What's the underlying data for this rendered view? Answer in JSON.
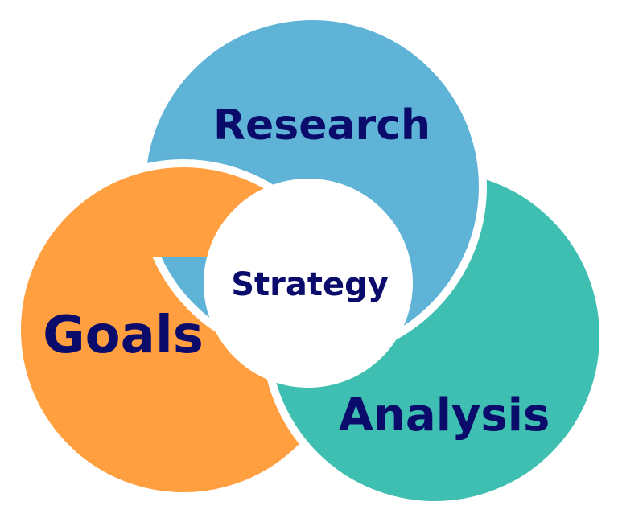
{
  "diagram": {
    "center": {
      "label": "Strategy"
    },
    "circles": [
      {
        "label": "Research",
        "color": "#5EB3D6"
      },
      {
        "label": "Goals",
        "color": "#FF9F40"
      },
      {
        "label": "Analysis",
        "color": "#3FBFB1"
      }
    ],
    "text_color": "#0B0B6B"
  }
}
